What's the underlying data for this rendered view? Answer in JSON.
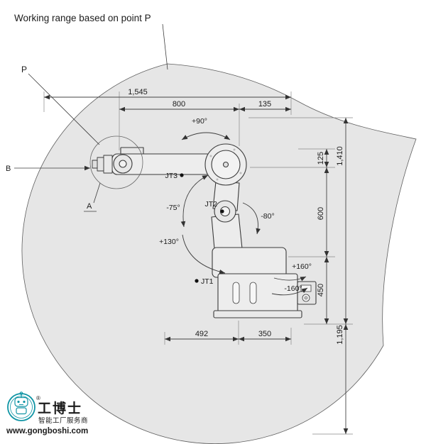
{
  "title": "Working range based on point P",
  "colors": {
    "envelope_fill": "#e6e6e6",
    "accent": "#1095a5",
    "line": "#3a3a3a"
  },
  "points": {
    "p": "P",
    "a": "A",
    "b": "B"
  },
  "joints": {
    "jt1": "JT1",
    "jt2": "JT2",
    "jt3": "JT3"
  },
  "dimensions": {
    "reach_total": "1,545",
    "reach_upper": "800",
    "reach_offset": "135",
    "h_wrist": "125",
    "h_total": "1,410",
    "h_arm": "600",
    "h_base": "450",
    "h_below": "1,195",
    "w_front": "492",
    "w_rear": "350"
  },
  "angles": {
    "wrist_up": "+90°",
    "elbow_down": "-75°",
    "elbow_back": "-80°",
    "arm_fwd": "+130°",
    "base_plus": "+160°",
    "base_minus": "-160°"
  },
  "logo": {
    "brand": "工博士",
    "registered": "®",
    "tagline": "智能工厂服务商",
    "url": "www.gongboshi.com"
  }
}
